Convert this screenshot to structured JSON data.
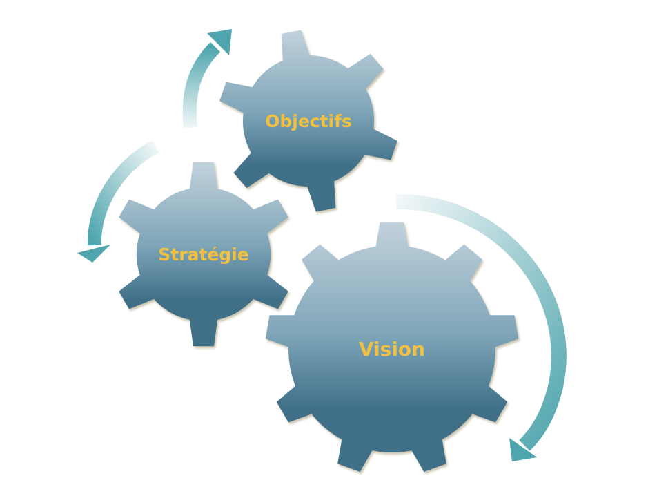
{
  "colors": {
    "gear_top": "#bccdd9",
    "gear_mid": "#6e9bb0",
    "gear_bottom": "#3f6f88",
    "label": "#f2c040",
    "arrow_light": "#eef4f6",
    "arrow_dark": "#4fa5ad"
  },
  "gears": [
    {
      "id": "objectifs",
      "label": "Objectifs"
    },
    {
      "id": "strategie",
      "label": "Stratégie"
    },
    {
      "id": "vision",
      "label": "Vision"
    }
  ]
}
